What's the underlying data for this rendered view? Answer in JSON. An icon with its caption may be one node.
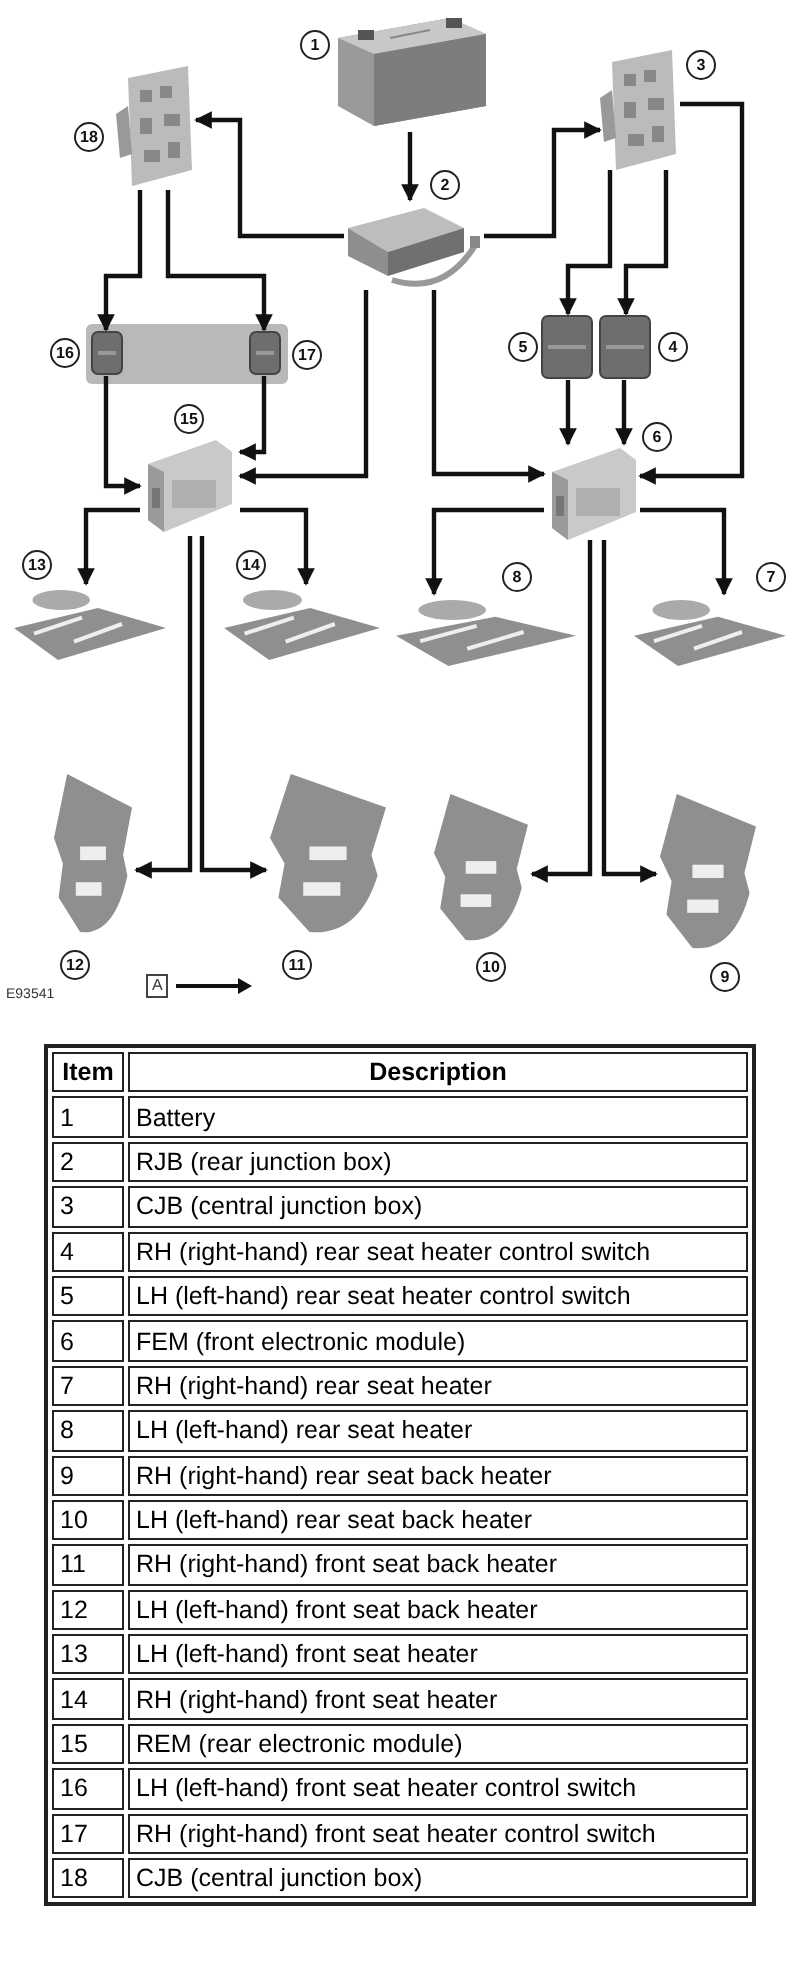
{
  "diagram": {
    "nodes": [
      {
        "text": [],
        "shape": "picture",
        "beside": [
          "1"
        ]
      },
      {
        "text": [],
        "shape": "picture",
        "beside": [
          "2"
        ]
      },
      {
        "text": [],
        "shape": "picture",
        "beside": [
          "3"
        ]
      },
      {
        "text": [],
        "shape": "picture",
        "beside": [
          "4"
        ]
      },
      {
        "text": [],
        "shape": "picture",
        "beside": [
          "5"
        ]
      },
      {
        "text": [],
        "shape": "picture",
        "beside": [
          "6"
        ]
      },
      {
        "text": [],
        "shape": "picture",
        "beside": [
          "7"
        ]
      },
      {
        "text": [],
        "shape": "picture",
        "beside": [
          "8"
        ]
      },
      {
        "text": [],
        "shape": "picture",
        "beside": [
          "9"
        ]
      },
      {
        "text": [],
        "shape": "picture",
        "beside": [
          "10"
        ]
      },
      {
        "text": [],
        "shape": "picture",
        "beside": [
          "11"
        ]
      },
      {
        "text": [],
        "shape": "picture",
        "beside": [
          "12"
        ]
      },
      {
        "text": [],
        "shape": "picture",
        "beside": [
          "13"
        ]
      },
      {
        "text": [],
        "shape": "picture",
        "beside": [
          "14"
        ]
      },
      {
        "text": [],
        "shape": "picture",
        "beside": [
          "15"
        ]
      },
      {
        "text": [],
        "shape": "picture",
        "beside": [
          "16"
        ]
      },
      {
        "text": [],
        "shape": "picture",
        "beside": [
          "17"
        ]
      },
      {
        "text": [],
        "shape": "picture",
        "beside": [
          "18"
        ]
      }
    ],
    "edges": [
      {
        "from": 0,
        "to": 1,
        "arrow": "to"
      },
      {
        "from": 1,
        "to": 17,
        "arrow": "to"
      },
      {
        "from": 1,
        "to": 2,
        "arrow": "to"
      },
      {
        "from": 1,
        "to": 14,
        "arrow": "to"
      },
      {
        "from": 1,
        "to": 5,
        "arrow": "to"
      },
      {
        "from": 17,
        "to": 15,
        "arrow": "to"
      },
      {
        "from": 17,
        "to": 16,
        "arrow": "to"
      },
      {
        "from": 2,
        "to": 4,
        "arrow": "to"
      },
      {
        "from": 2,
        "to": 3,
        "arrow": "to"
      },
      {
        "from": 2,
        "to": 5,
        "arrow": "to"
      },
      {
        "from": 15,
        "to": 14,
        "arrow": "to"
      },
      {
        "from": 16,
        "to": 14,
        "arrow": "to"
      },
      {
        "from": 4,
        "to": 5,
        "arrow": "to"
      },
      {
        "from": 3,
        "to": 5,
        "arrow": "to"
      },
      {
        "from": 14,
        "to": 12,
        "arrow": "to"
      },
      {
        "from": 14,
        "to": 13,
        "arrow": "to"
      },
      {
        "from": 14,
        "to": 11,
        "arrow": "to"
      },
      {
        "from": 14,
        "to": 10,
        "arrow": "to"
      },
      {
        "from": 5,
        "to": 7,
        "arrow": "to"
      },
      {
        "from": 5,
        "to": 6,
        "arrow": "to"
      },
      {
        "from": 5,
        "to": 9,
        "arrow": "to"
      },
      {
        "from": 5,
        "to": 8,
        "arrow": "to"
      }
    ],
    "labels": [
      "E93541",
      "A",
      "Item",
      "Description",
      "1",
      "Battery",
      "2",
      "RJB (rear junction box)",
      "3",
      "CJB (central junction box)",
      "4",
      "RH (right-hand) rear seat heater control switch",
      "5",
      "LH (left-hand) rear seat heater control switch",
      "6",
      "FEM (front electronic module)",
      "7",
      "RH (right-hand) rear seat heater",
      "8",
      "LH (left-hand) rear seat heater",
      "9",
      "RH (right-hand) rear seat back heater",
      "10",
      "LH (left-hand) rear seat back heater",
      "11",
      "RH (right-hand) front seat back heater",
      "12",
      "LH (left-hand) front seat back heater",
      "13",
      "LH (left-hand) front seat heater",
      "14",
      "RH (right-hand) front seat heater",
      "15",
      "REM (rear electronic module)",
      "16",
      "LH (left-hand) front seat heater control switch",
      "17",
      "RH (right-hand) front seat heater control switch",
      "18",
      "CJB (central junction box)"
    ]
  }
}
